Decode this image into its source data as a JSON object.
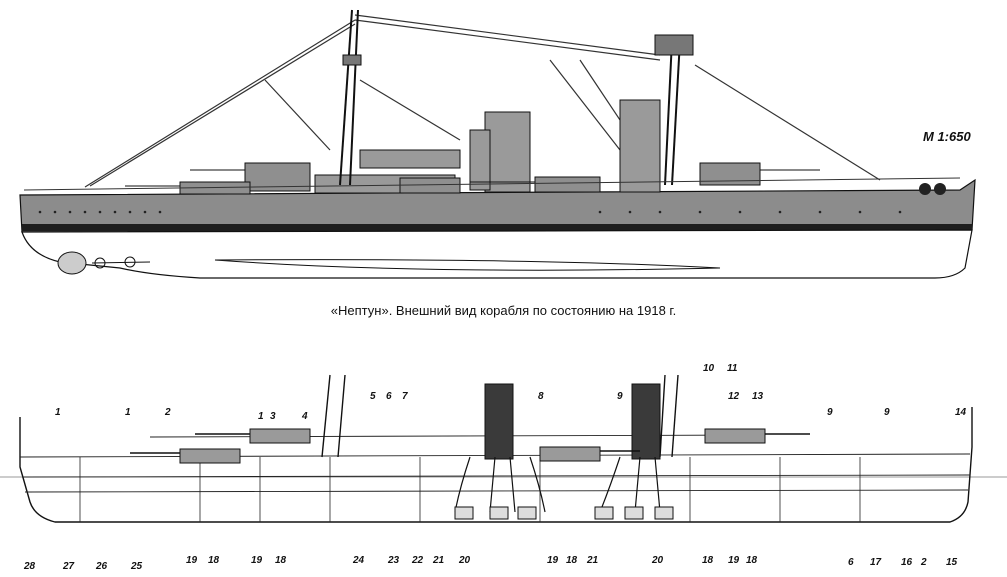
{
  "scale_label": "M 1:650",
  "caption": "«Нептун». Внешний вид корабля по состоянию на 1918 г.",
  "callouts": {
    "top": [
      "1",
      "1",
      "2",
      "1",
      "3",
      "4",
      "5",
      "6",
      "7",
      "8",
      "9",
      "10",
      "11",
      "12",
      "13",
      "9",
      "9",
      "14"
    ],
    "bottom": [
      "28",
      "27",
      "26",
      "25",
      "19",
      "18",
      "19",
      "18",
      "24",
      "23",
      "22",
      "21",
      "20",
      "19",
      "18",
      "21",
      "20",
      "18",
      "19",
      "18",
      "6",
      "17",
      "16",
      "2",
      "15"
    ]
  },
  "colors": {
    "hull": "#8c8c8c",
    "superstructure": "#9a9a9a",
    "line": "#111111",
    "funnel_section": "#3a3a3a"
  }
}
